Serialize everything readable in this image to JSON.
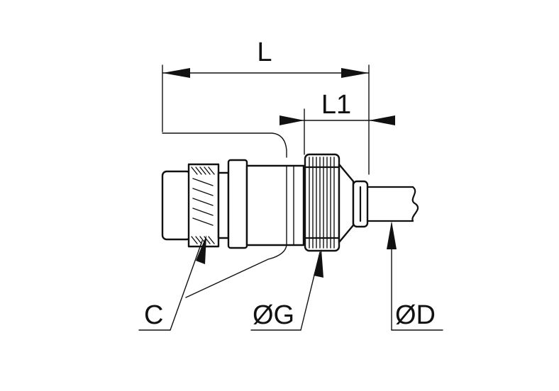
{
  "dimensions": {
    "overall_length": "L",
    "length_l1": "L1",
    "thread": "C",
    "collet_diameter": "ØG",
    "tube_diameter": "ØD"
  }
}
